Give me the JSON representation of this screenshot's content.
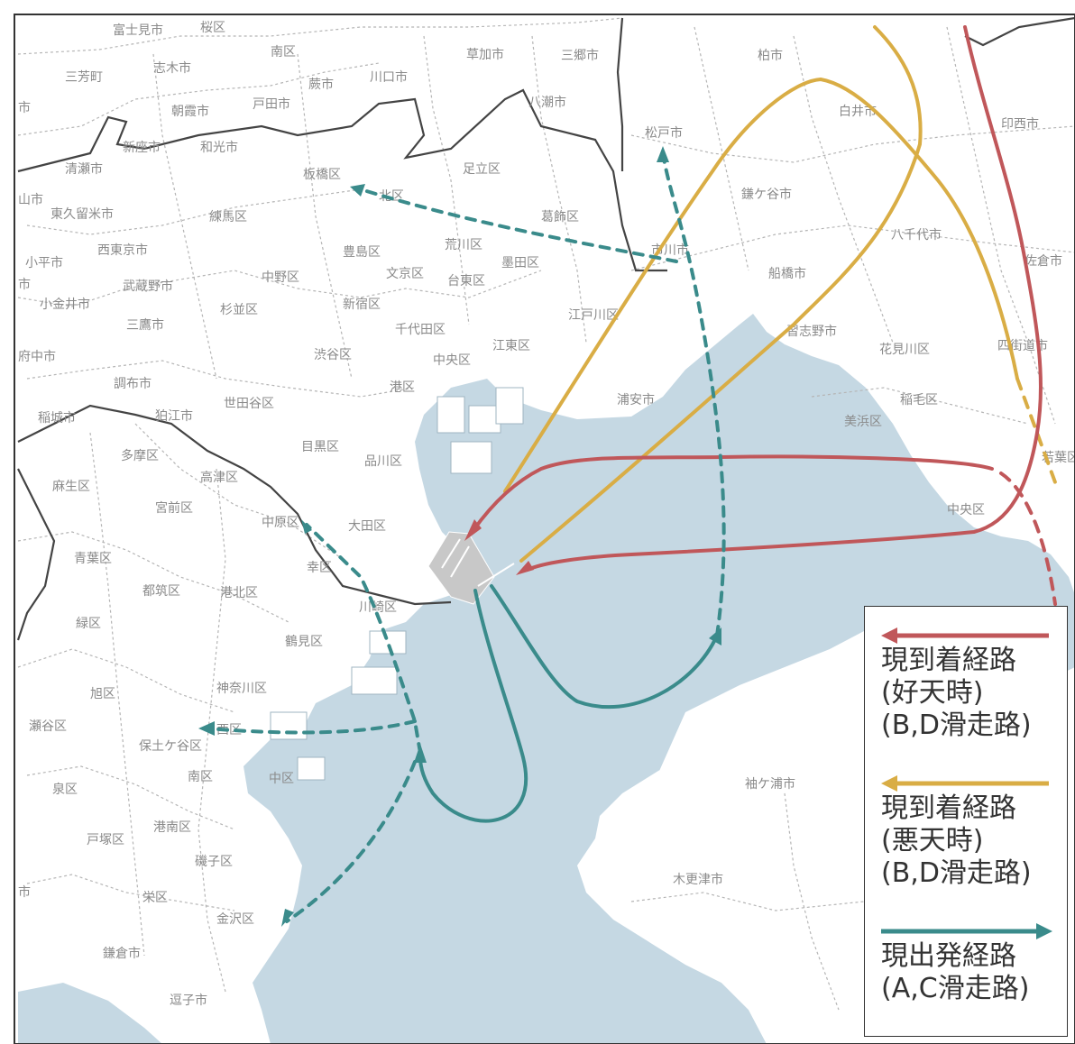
{
  "places": [
    {
      "name": "富士見市"
    },
    {
      "name": "桜区"
    },
    {
      "name": "南区"
    },
    {
      "name": "草加市"
    },
    {
      "name": "三郷市"
    },
    {
      "name": "柏市"
    },
    {
      "name": "三芳町"
    },
    {
      "name": "志木市"
    },
    {
      "name": "蕨市"
    },
    {
      "name": "川口市"
    },
    {
      "name": "朝霞市"
    },
    {
      "name": "戸田市"
    },
    {
      "name": "八潮市"
    },
    {
      "name": "白井市"
    },
    {
      "name": "印西市"
    },
    {
      "name": "松戸市"
    },
    {
      "name": "新座市"
    },
    {
      "name": "和光市"
    },
    {
      "name": "清瀬市"
    },
    {
      "name": "板橋区"
    },
    {
      "name": "足立区"
    },
    {
      "name": "鎌ケ谷市"
    },
    {
      "name": "山市"
    },
    {
      "name": "東久留米市"
    },
    {
      "name": "北区"
    },
    {
      "name": "練馬区"
    },
    {
      "name": "葛飾区"
    },
    {
      "name": "西東京市"
    },
    {
      "name": "荒川区"
    },
    {
      "name": "市川市"
    },
    {
      "name": "八千代市"
    },
    {
      "name": "小平市"
    },
    {
      "name": "豊島区"
    },
    {
      "name": "墨田区"
    },
    {
      "name": "佐倉市"
    },
    {
      "name": "中野区"
    },
    {
      "name": "文京区"
    },
    {
      "name": "台東区"
    },
    {
      "name": "船橋市"
    },
    {
      "name": "武蔵野市"
    },
    {
      "name": "小金井市"
    },
    {
      "name": "杉並区"
    },
    {
      "name": "新宿区"
    },
    {
      "name": "江戸川区"
    },
    {
      "name": "三鷹市"
    },
    {
      "name": "千代田区"
    },
    {
      "name": "習志野市"
    },
    {
      "name": "府中市"
    },
    {
      "name": "渋谷区"
    },
    {
      "name": "江東区"
    },
    {
      "name": "花見川区"
    },
    {
      "name": "四街道市"
    },
    {
      "name": "中央区"
    },
    {
      "name": "調布市"
    },
    {
      "name": "港区"
    },
    {
      "name": "浦安市"
    },
    {
      "name": "稲毛区"
    },
    {
      "name": "世田谷区"
    },
    {
      "name": "美浜区"
    },
    {
      "name": "稲城市"
    },
    {
      "name": "狛江市"
    },
    {
      "name": "目黒区"
    },
    {
      "name": "多摩区"
    },
    {
      "name": "品川区"
    },
    {
      "name": "若葉区"
    },
    {
      "name": "高津区"
    },
    {
      "name": "麻生区"
    },
    {
      "name": "中央区"
    },
    {
      "name": "宮前区"
    },
    {
      "name": "中原区"
    },
    {
      "name": "大田区"
    },
    {
      "name": "青葉区"
    },
    {
      "name": "幸区"
    },
    {
      "name": "都筑区"
    },
    {
      "name": "港北区"
    },
    {
      "name": "川崎区"
    },
    {
      "name": "緑区"
    },
    {
      "name": "鶴見区"
    },
    {
      "name": "旭区"
    },
    {
      "name": "神奈川区"
    },
    {
      "name": "瀬谷区"
    },
    {
      "name": "西区"
    },
    {
      "name": "保土ケ谷区"
    },
    {
      "name": "南区"
    },
    {
      "name": "袖ケ浦市"
    },
    {
      "name": "泉区"
    },
    {
      "name": "中区"
    },
    {
      "name": "戸塚区"
    },
    {
      "name": "港南区"
    },
    {
      "name": "磯子区"
    },
    {
      "name": "木更津市"
    },
    {
      "name": "栄区"
    },
    {
      "name": "金沢区"
    },
    {
      "name": "鎌倉市"
    },
    {
      "name": "逗子市"
    },
    {
      "name": "市"
    },
    {
      "name": "市"
    },
    {
      "name": "市"
    }
  ],
  "legend": {
    "arrival_good": {
      "label": "現到着経路\n(好天時)\n(B,D滑走路)",
      "color": "#c0575a"
    },
    "arrival_bad": {
      "label": "現到着経路\n(悪天時)\n(B,D滑走路)",
      "color": "#d9ad45"
    },
    "departure": {
      "label": "現出発経路\n(A,C滑走路)",
      "color": "#3a8b8b"
    }
  },
  "colors": {
    "water": "#c5d8e3",
    "land": "#ffffff",
    "boundary": "#444444",
    "ward_boundary": "#b5b5b5",
    "airport": "#c8c8c8"
  }
}
